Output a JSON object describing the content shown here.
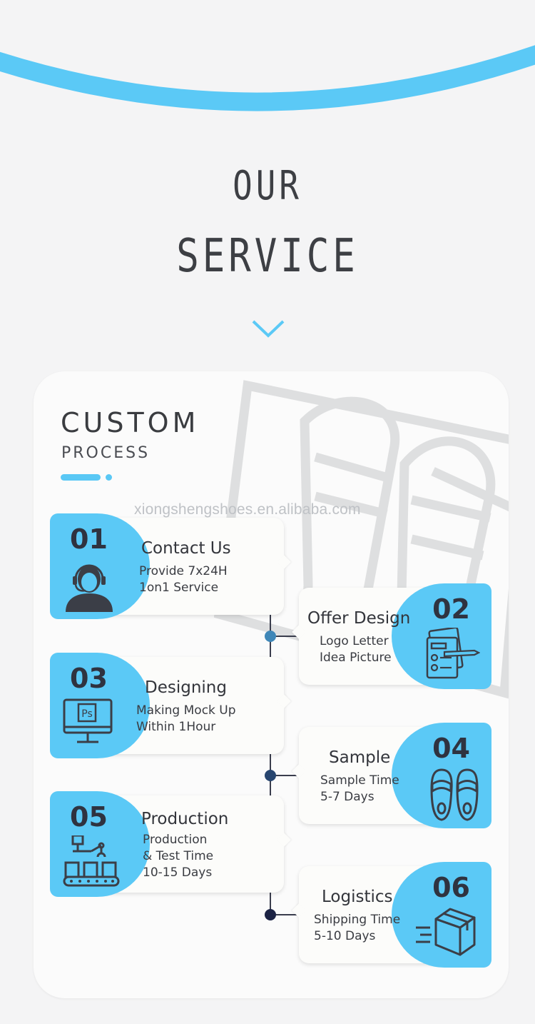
{
  "hero": {
    "line1": "OUR",
    "line2": "SERVICE"
  },
  "colors": {
    "accent": "#5bc9f6",
    "dark": "#2f3340",
    "timeline": "#3a3d4d"
  },
  "card": {
    "title": "CUSTOM",
    "subtitle": "PROCESS",
    "watermark": "xiongshengshoes.en.alibaba.com"
  },
  "steps": [
    {
      "number": "01",
      "title": "Contact Us",
      "lines": [
        "Provide 7x24H",
        "1on1 Service"
      ],
      "icon": "customer-service-icon"
    },
    {
      "number": "02",
      "title": "Offer Design",
      "lines": [
        "Logo Letter",
        "Idea Picture"
      ],
      "icon": "design-documents-icon"
    },
    {
      "number": "03",
      "title": "Designing",
      "lines": [
        "Making Mock Up",
        "Within 1Hour"
      ],
      "icon": "photoshop-monitor-icon"
    },
    {
      "number": "04",
      "title": "Sample",
      "lines": [
        "Sample Time",
        "5-7 Days"
      ],
      "icon": "slippers-icon"
    },
    {
      "number": "05",
      "title": "Production",
      "lines": [
        "Production",
        "& Test Time",
        "10-15 Days"
      ],
      "icon": "production-line-icon"
    },
    {
      "number": "06",
      "title": "Logistics",
      "lines": [
        "Shipping Time",
        "5-10 Days"
      ],
      "icon": "shipping-box-icon"
    }
  ],
  "icon_labels": {
    "ps": "Ps"
  }
}
